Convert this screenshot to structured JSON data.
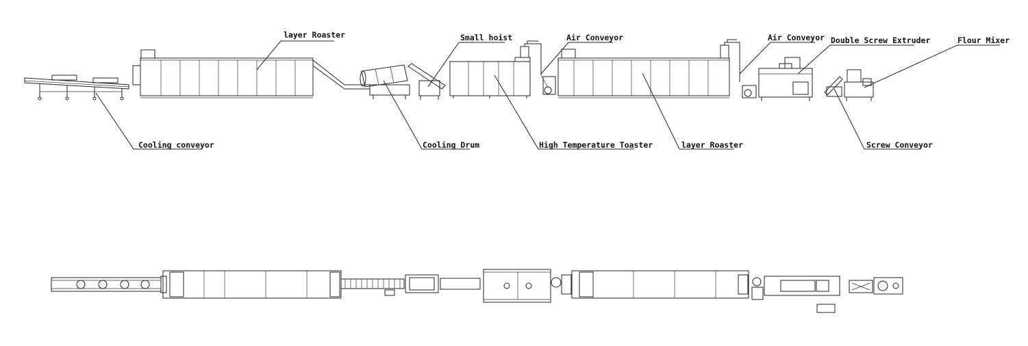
{
  "labels": {
    "layer_roaster_top": "layer Roaster",
    "small_hoist": "Small hoist",
    "air_conveyor_1": "Air Conveyor",
    "air_conveyor_2": "Air Conveyor",
    "double_screw_extruder": "Double Screw Extruder",
    "flour_mixer": "Flour Mixer",
    "cooling_conveyor": "Cooling conveyor",
    "cooling_drum": "Cooling Drum",
    "high_temperature_toaster": "High Temperature Toaster",
    "layer_roaster_bottom": "layer Roaster",
    "screw_conveyor": "Screw Conveyor"
  }
}
